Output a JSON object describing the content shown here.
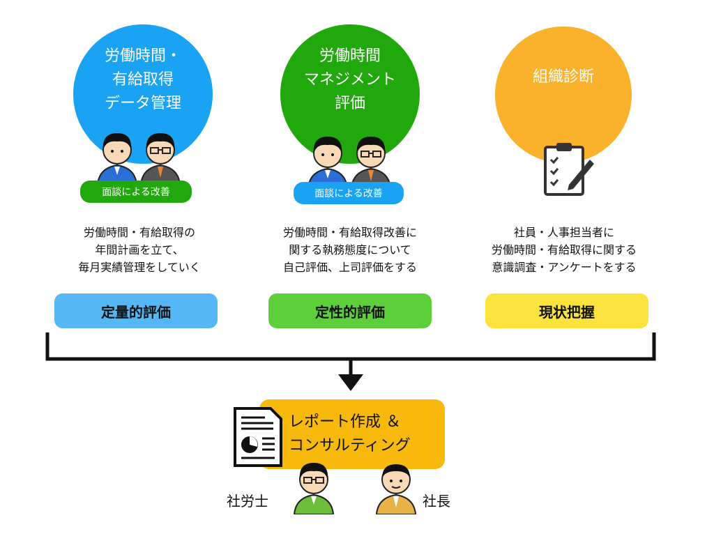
{
  "colors": {
    "blue": "#1aa3f2",
    "green": "#21a80d",
    "orange": "#fab12b",
    "eval_blue": "#55b8f4",
    "eval_green": "#5dcf3a",
    "eval_yellow": "#f9e33c",
    "report": "#f8b90d"
  },
  "columns": [
    {
      "circle_text": "労働時間・\n有給取得\nデータ管理",
      "pill": "面談による改善",
      "description": "労働時間・有給取得の\n年間計画を立て、\n毎月実績管理をしていく",
      "evaluation": "定量的評価"
    },
    {
      "circle_text": "労働時間\nマネジメント\n評価",
      "pill": "面談による改善",
      "description": "労働時間・有給取得改善に\n関する執務態度について\n自己評価、上司評価をする",
      "evaluation": "定性的評価"
    },
    {
      "circle_text": "組織診断",
      "description": "社員・人事担当者に\n労働時間・有給取得に関する\n意識調査・アンケートをする",
      "evaluation": "現状把握"
    }
  ],
  "report": {
    "text": "レポート作成 ＆\nコンサルティング"
  },
  "roles": {
    "left": "社労士",
    "right": "社長"
  }
}
